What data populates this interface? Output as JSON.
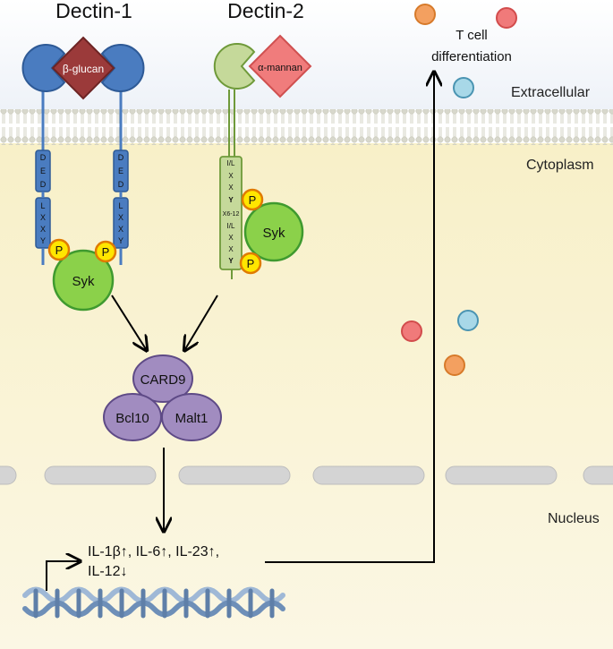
{
  "receptors": {
    "dectin1": {
      "title": "Dectin-1",
      "ligand": "β-glucan",
      "motif1": [
        "D",
        "E",
        "D"
      ],
      "motif2": [
        "L",
        "X",
        "X",
        "Y"
      ]
    },
    "dectin2": {
      "title": "Dectin-2",
      "ligand": "α-mannan",
      "motif": [
        "I/L",
        "X",
        "X",
        "Y",
        "X6-12",
        "I/L",
        "X",
        "X",
        "Y"
      ]
    }
  },
  "kinase": {
    "label": "Syk",
    "phospho": "P"
  },
  "complex": {
    "card9": "CARD9",
    "bcl10": "Bcl10",
    "malt1": "Malt1"
  },
  "compartments": {
    "extracellular": "Extracellular",
    "cytoplasm": "Cytoplasm",
    "nucleus": "Nucleus"
  },
  "outcome": {
    "line1": "T cell",
    "line2": "differentiation"
  },
  "cytokines": {
    "line1": "IL-1β↑, IL-6↑, IL-23↑,",
    "line2": "IL-12↓"
  },
  "colors": {
    "receptor_blue": "#4a7cc0",
    "ligand_red": "#9b3a3a",
    "mannan_pink": "#f07c7c",
    "dectin2_green": "#c5d99a",
    "syk_green": "#8bd14a",
    "phospho_yellow": "#ffe600",
    "card_purple": "#a18cc0",
    "cytoplasm_yellow": "#f7efc2"
  }
}
